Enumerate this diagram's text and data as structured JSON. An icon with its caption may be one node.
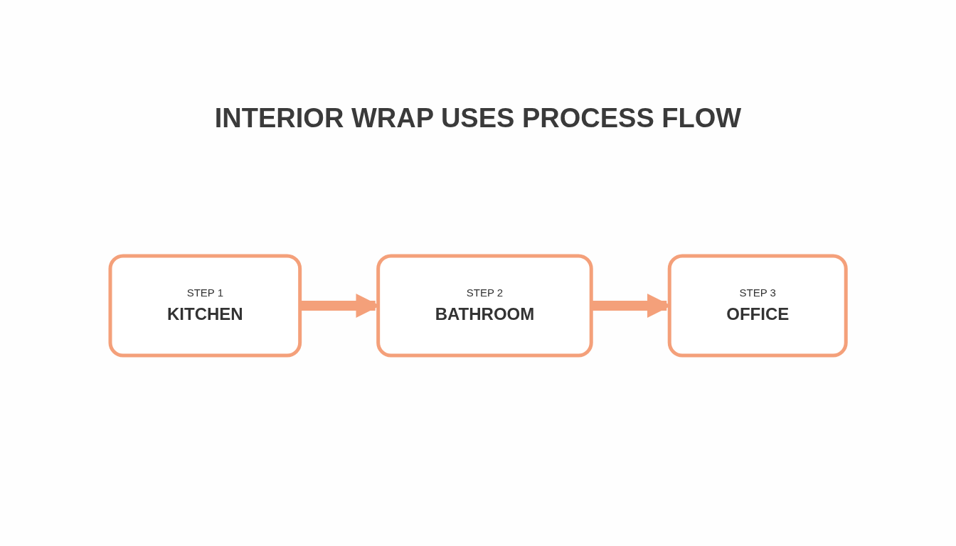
{
  "diagram": {
    "title": "INTERIOR WRAP USES PROCESS FLOW",
    "nodes": [
      {
        "text": [
          "STEP 1",
          "KITCHEN"
        ]
      },
      {
        "text": [
          "STEP 2",
          "BATHROOM"
        ]
      },
      {
        "text": [
          "STEP 3",
          "OFFICE"
        ]
      }
    ],
    "edges": [
      {
        "from": 0,
        "to": 1,
        "arrow": "to"
      },
      {
        "from": 1,
        "to": 2,
        "arrow": "to"
      }
    ]
  }
}
